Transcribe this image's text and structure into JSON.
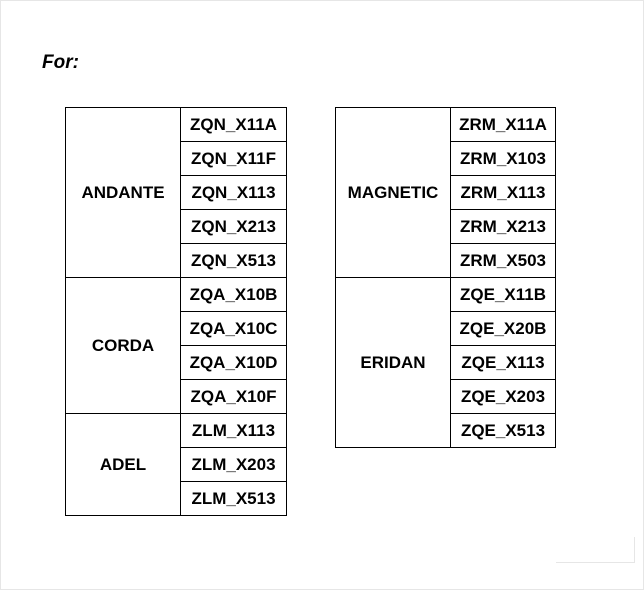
{
  "heading": "For:",
  "left_table": {
    "groups": [
      {
        "name": "ANDANTE",
        "codes": [
          "ZQN_X11A",
          "ZQN_X11F",
          "ZQN_X113",
          "ZQN_X213",
          "ZQN_X513"
        ]
      },
      {
        "name": "CORDA",
        "codes": [
          "ZQA_X10B",
          "ZQA_X10C",
          "ZQA_X10D",
          "ZQA_X10F"
        ]
      },
      {
        "name": "ADEL",
        "codes": [
          "ZLM_X113",
          "ZLM_X203",
          "ZLM_X513"
        ]
      }
    ]
  },
  "right_table": {
    "groups": [
      {
        "name": "MAGNETIC",
        "codes": [
          "ZRM_X11A",
          "ZRM_X103",
          "ZRM_X113",
          "ZRM_X213",
          "ZRM_X503"
        ]
      },
      {
        "name": "ERIDAN",
        "codes": [
          "ZQE_X11B",
          "ZQE_X20B",
          "ZQE_X113",
          "ZQE_X203",
          "ZQE_X513"
        ]
      }
    ]
  }
}
